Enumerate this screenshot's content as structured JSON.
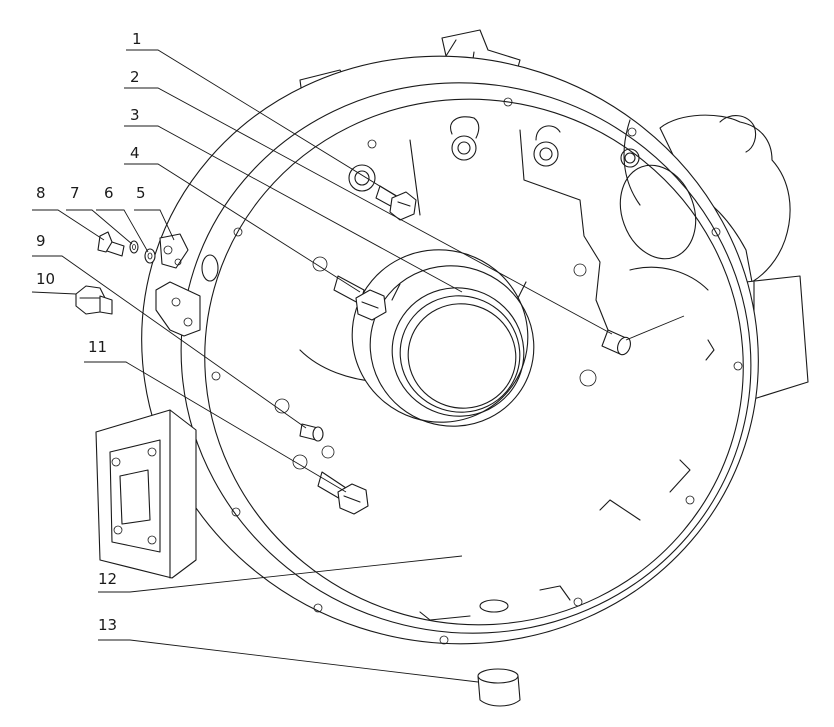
{
  "diagram": {
    "callouts": [
      {
        "id": "1",
        "label": "1"
      },
      {
        "id": "2",
        "label": "2"
      },
      {
        "id": "3",
        "label": "3"
      },
      {
        "id": "4",
        "label": "4"
      },
      {
        "id": "5",
        "label": "5"
      },
      {
        "id": "6",
        "label": "6"
      },
      {
        "id": "7",
        "label": "7"
      },
      {
        "id": "8",
        "label": "8"
      },
      {
        "id": "9",
        "label": "9"
      },
      {
        "id": "10",
        "label": "10"
      },
      {
        "id": "11",
        "label": "11"
      },
      {
        "id": "12",
        "label": "12"
      },
      {
        "id": "13",
        "label": "13"
      }
    ],
    "colors": {
      "line": "#1a1a1a",
      "watermark": "#d4d4d4",
      "background": "#ffffff"
    }
  }
}
